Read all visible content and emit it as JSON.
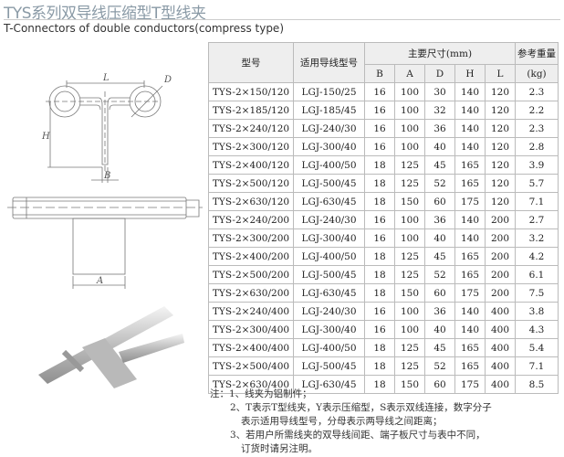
{
  "title": "TYS系列双导线压缩型T型线夹",
  "subtitle": "T-Connectors of double conductors(compress type)",
  "drawing_labels": {
    "L": "L",
    "D": "D",
    "H": "H",
    "B": "B",
    "A": "A"
  },
  "table": {
    "h_model": "型号",
    "h_wire": "适用导线型号",
    "h_dims": "主要尺寸(mm)",
    "h_weight": "参考重量",
    "h_weight_unit": "(kg)",
    "dims": [
      "B",
      "A",
      "D",
      "H",
      "L"
    ],
    "rows": [
      [
        "TYS-2×150/120",
        "LGJ-150/25",
        "16",
        "100",
        "30",
        "140",
        "120",
        "2.3"
      ],
      [
        "TYS-2×185/120",
        "LGJ-185/45",
        "16",
        "100",
        "32",
        "140",
        "120",
        "2.2"
      ],
      [
        "TYS-2×240/120",
        "LGJ-240/30",
        "16",
        "100",
        "36",
        "140",
        "120",
        "2.3"
      ],
      [
        "TYS-2×300/120",
        "LGJ-300/40",
        "16",
        "100",
        "40",
        "140",
        "120",
        "2.8"
      ],
      [
        "TYS-2×400/120",
        "LGJ-400/50",
        "18",
        "125",
        "45",
        "165",
        "120",
        "3.9"
      ],
      [
        "TYS-2×500/120",
        "LGJ-500/45",
        "18",
        "125",
        "52",
        "165",
        "120",
        "5.7"
      ],
      [
        "TYS-2×630/120",
        "LGJ-630/45",
        "18",
        "150",
        "60",
        "175",
        "120",
        "7.1"
      ],
      [
        "TYS-2×240/200",
        "LGJ-240/30",
        "16",
        "100",
        "36",
        "140",
        "200",
        "2.7"
      ],
      [
        "TYS-2×300/200",
        "LGJ-300/40",
        "16",
        "100",
        "40",
        "140",
        "200",
        "3.2"
      ],
      [
        "TYS-2×400/200",
        "LGJ-400/50",
        "18",
        "125",
        "45",
        "165",
        "200",
        "4.2"
      ],
      [
        "TYS-2×500/200",
        "LGJ-500/45",
        "18",
        "125",
        "52",
        "165",
        "200",
        "6.1"
      ],
      [
        "TYS-2×630/200",
        "LGJ-630/45",
        "18",
        "150",
        "60",
        "175",
        "200",
        "7.5"
      ],
      [
        "TYS-2×240/400",
        "LGJ-240/30",
        "16",
        "100",
        "36",
        "140",
        "400",
        "3.8"
      ],
      [
        "TYS-2×300/400",
        "LGJ-300/40",
        "16",
        "100",
        "40",
        "140",
        "400",
        "4.3"
      ],
      [
        "TYS-2×400/400",
        "LGJ-400/50",
        "18",
        "125",
        "45",
        "165",
        "400",
        "5.4"
      ],
      [
        "TYS-2×500/400",
        "LGJ-500/45",
        "18",
        "125",
        "52",
        "165",
        "400",
        "7.1"
      ],
      [
        "TYS-2×630/400",
        "LGJ-630/45",
        "18",
        "150",
        "60",
        "175",
        "400",
        "8.5"
      ]
    ]
  },
  "notes": [
    "注：1、线夹为铝制件；",
    "2、T表示T型线夹，Y表示压缩型，S表示双线连接，数字分子",
    "表示适用导线型号，分母表示两导线之间距离；",
    "3、若用户所需线夹的双导线间距、端子板尺寸与表中不同，",
    "订货时请另注明。"
  ]
}
